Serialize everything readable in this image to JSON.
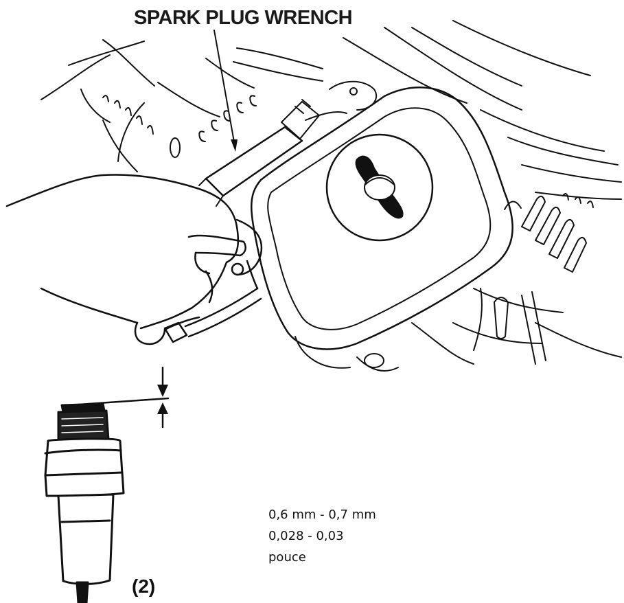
{
  "header": {
    "title": "SPARK PLUG WRENCH"
  },
  "spec": {
    "gap_mm": "0,6 mm - 0,7 mm",
    "gap_in_value": "0,028 - 0,03",
    "gap_in_unit": "pouce"
  },
  "callout": {
    "number": "(2)"
  },
  "illustration": {
    "line_color": "#111111",
    "background": "#ffffff"
  }
}
